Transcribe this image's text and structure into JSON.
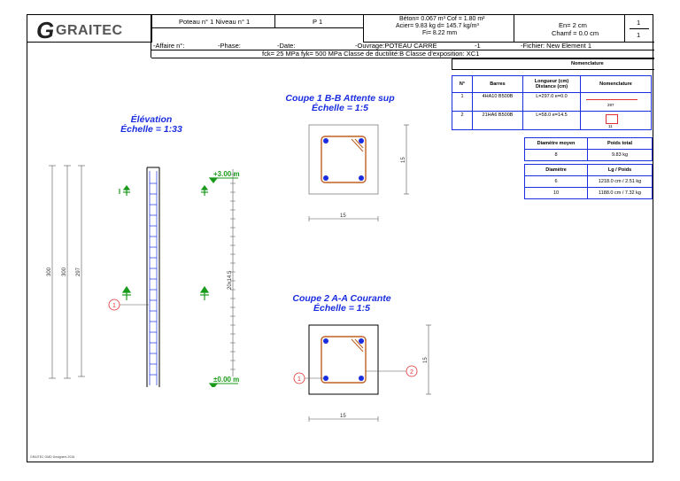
{
  "logo": {
    "symbol": "G",
    "name": "GRAITEC"
  },
  "header": {
    "element": "Poteau n° 1 Niveau n° 1",
    "mark": "P 1",
    "beton": "Béton= 0.067 m³  Cof = 1.80 m²",
    "acier": "Acier= 9.83 kg  d= 145.7 kg/m³",
    "fi": "Fi= 8.22 mm",
    "en": "En= 2 cm",
    "chamf": "Chamf = 0.0 cm",
    "page_num": "1",
    "page_den": "1",
    "affaire": "-Affaire n°:",
    "phase": "-Phase:",
    "date": "-Date:",
    "ouvrage": "-Ouvrage:POTEAU CARRE",
    "ouvrage_num": "-1",
    "fichier": "-Fichier: New Element 1",
    "materials": "fck= 25 MPa  fyk= 500 MPa Classe de ductilité:B  Classe d'exposition: XC1"
  },
  "elevation": {
    "title": "Élévation",
    "scale": "Échelle = 1:33",
    "level_top": "+3.00 m",
    "level_bottom": "±0.00 m",
    "dim_300a": "300",
    "dim_300b": "300",
    "dim_297": "297",
    "dim_stirrups": "20x14.5",
    "callout": "1"
  },
  "section1": {
    "title": "Coupe 1 B-B Attente sup",
    "scale": "Échelle = 1:5",
    "dim_w": "15",
    "dim_h": "15"
  },
  "section2": {
    "title": "Coupe 2 A-A Courante",
    "scale": "Échelle = 1:5",
    "dim_w": "15",
    "dim_h": "15",
    "callout1": "1",
    "callout2": "2"
  },
  "nomenclature": {
    "title": "Nomenclature",
    "headers": [
      "N°",
      "Barres",
      "Longueur (cm) Distance (cm)",
      "Nomenclature"
    ],
    "rows": [
      {
        "no": "1",
        "barres": "4HA10 B500B",
        "longueur": "L=297.0 e=0.0",
        "shape_label": "297"
      },
      {
        "no": "2",
        "barres": "21HA6 B500B",
        "longueur": "L=58.0 e=14.5",
        "shape_label": "11"
      }
    ]
  },
  "totals": {
    "h_diam_moyen": "Diamètre moyen",
    "h_poids_total": "Poids total",
    "diam_moyen": "8",
    "poids_total": "9.83 kg",
    "h_diametre": "Diamètre",
    "h_lg_poids": "Lg / Poids",
    "rows": [
      {
        "diametre": "6",
        "lg_poids": "1218.0 cm / 2.51 kg"
      },
      {
        "diametre": "10",
        "lg_poids": "1188.0 cm / 7.32 kg"
      }
    ]
  },
  "footer": "GRAITEC OMD Designers 2016"
}
